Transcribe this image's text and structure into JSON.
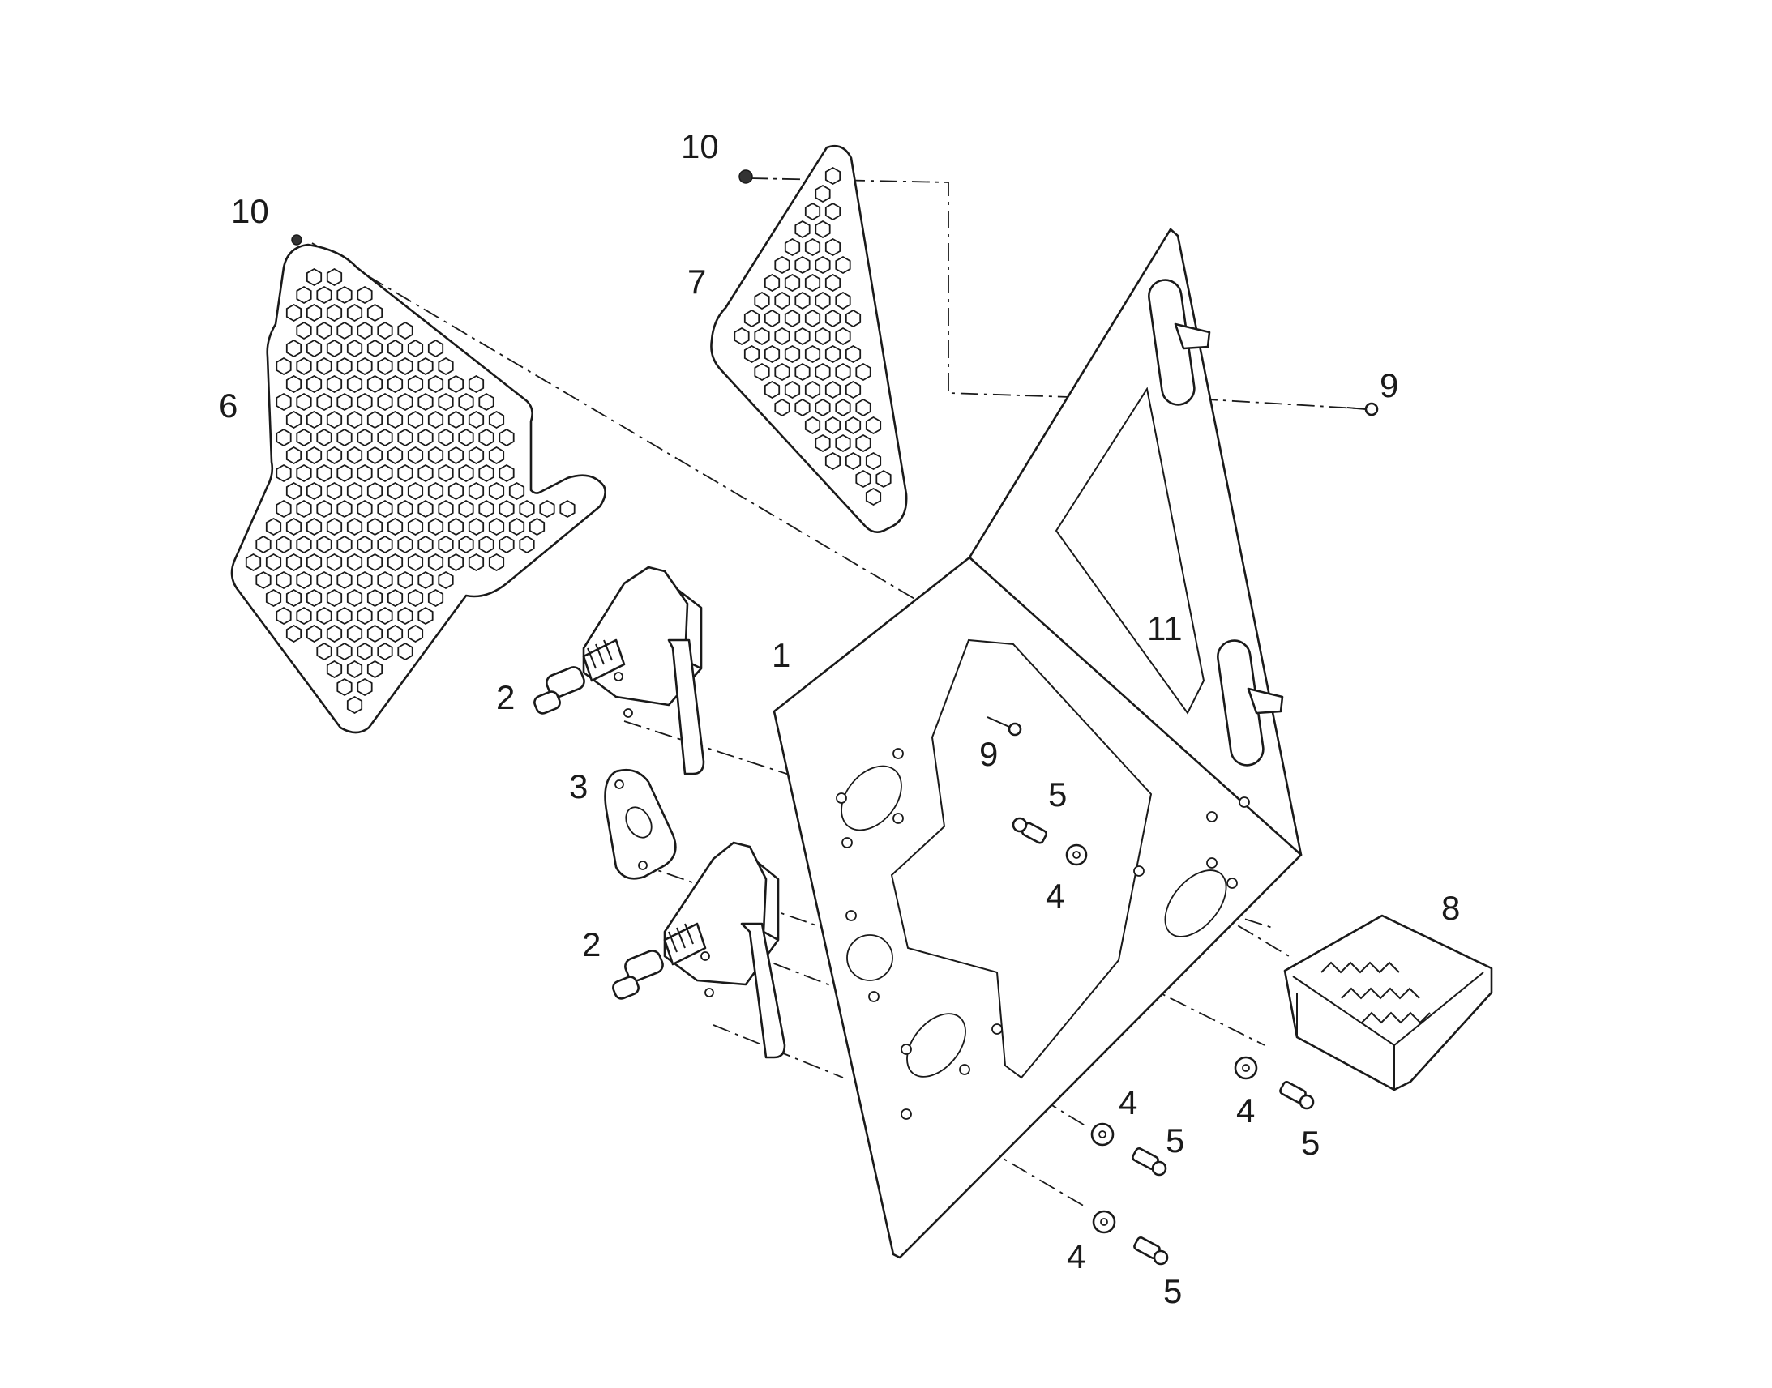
{
  "diagram": {
    "callouts": [
      {
        "id": "c10a",
        "text": "10"
      },
      {
        "id": "c10b",
        "text": "10"
      },
      {
        "id": "c7",
        "text": "7"
      },
      {
        "id": "c6",
        "text": "6"
      },
      {
        "id": "c9a",
        "text": "9"
      },
      {
        "id": "c1",
        "text": "1"
      },
      {
        "id": "c11",
        "text": "11"
      },
      {
        "id": "c2a",
        "text": "2"
      },
      {
        "id": "c9b",
        "text": "9"
      },
      {
        "id": "c3",
        "text": "3"
      },
      {
        "id": "c5a",
        "text": "5"
      },
      {
        "id": "c4a",
        "text": "4"
      },
      {
        "id": "c8",
        "text": "8"
      },
      {
        "id": "c2b",
        "text": "2"
      },
      {
        "id": "c4b",
        "text": "4"
      },
      {
        "id": "c4c",
        "text": "4"
      },
      {
        "id": "c5b",
        "text": "5"
      },
      {
        "id": "c5c",
        "text": "5"
      },
      {
        "id": "c4d",
        "text": "4"
      },
      {
        "id": "c5d",
        "text": "5"
      }
    ]
  }
}
